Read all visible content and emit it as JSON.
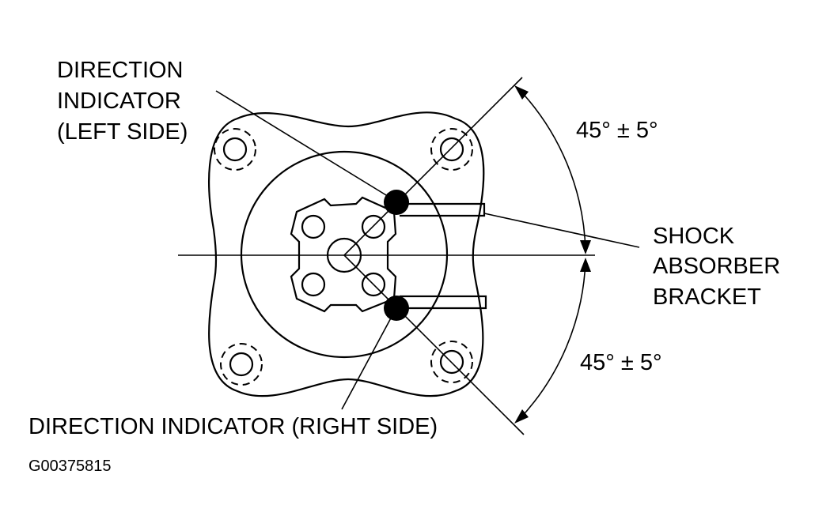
{
  "labels": {
    "left_indicator": [
      "DIRECTION",
      "INDICATOR",
      "(LEFT SIDE)"
    ],
    "shock_bracket": [
      "SHOCK",
      "ABSORBER",
      "BRACKET"
    ],
    "right_indicator": "DIRECTION INDICATOR (RIGHT SIDE)",
    "angle_upper": "45° ± 5°",
    "angle_lower": "45° ± 5°",
    "figure_code": "G00375815"
  }
}
